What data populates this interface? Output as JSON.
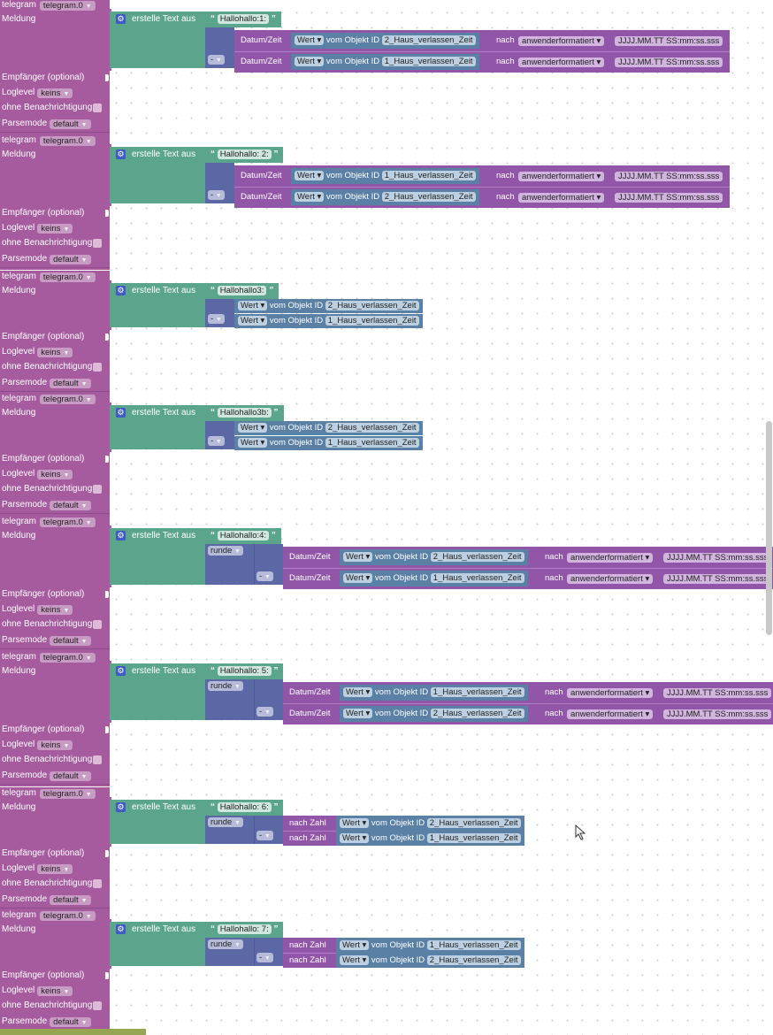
{
  "common": {
    "telegram_label": "telegram",
    "telegram_instance": "telegram.0",
    "meldung_label": "Meldung",
    "empfaenger_label": "Empfänger (optional)",
    "loglevel_label": "Loglevel",
    "loglevel_value": "keins",
    "ohne_label": "ohne Benachrichtigung",
    "parsemode_label": "Parsemode",
    "parsemode_value": "default",
    "erstelle_label": "erstelle Text aus",
    "minus_op": "-",
    "runde_label": "runde",
    "datum_label": "Datum/Zeit",
    "nach_zahl_label": "nach Zahl",
    "wert_label": "Wert",
    "vom_objekt_label": "vom Objekt ID",
    "nach_label": "nach",
    "format_mode": "anwenderformatiert",
    "format_string": "JJJJ.MM.TT SS:mm:ss.sss"
  },
  "blocks": [
    {
      "text": "Hallohallo:1:",
      "kind": "datum",
      "round": false,
      "ids": [
        "2_Haus_verlassen_Zeit",
        "1_Haus_verlassen_Zeit"
      ]
    },
    {
      "text": "Hallohallo: 2:",
      "kind": "datum",
      "round": false,
      "ids": [
        "1_Haus_verlassen_Zeit",
        "2_Haus_verlassen_Zeit"
      ]
    },
    {
      "text": "Hallohallo3:",
      "kind": "plain",
      "round": false,
      "ids": [
        "2_Haus_verlassen_Zeit",
        "1_Haus_verlassen_Zeit"
      ]
    },
    {
      "text": "Hallohallo3b:",
      "kind": "plain",
      "round": false,
      "ids": [
        "2_Haus_verlassen_Zeit",
        "1_Haus_verlassen_Zeit"
      ]
    },
    {
      "text": "Hallohallo:4:",
      "kind": "datum",
      "round": true,
      "ids": [
        "2_Haus_verlassen_Zeit",
        "1_Haus_verlassen_Zeit"
      ]
    },
    {
      "text": "Hallohallo: 5:",
      "kind": "datum",
      "round": true,
      "ids": [
        "1_Haus_verlassen_Zeit",
        "2_Haus_verlassen_Zeit"
      ]
    },
    {
      "text": "Hallohallo: 6:",
      "kind": "zahl",
      "round": true,
      "ids": [
        "2_Haus_verlassen_Zeit",
        "1_Haus_verlassen_Zeit"
      ]
    },
    {
      "text": "Hallohallo: 7:",
      "kind": "zahl",
      "round": true,
      "ids": [
        "1_Haus_verlassen_Zeit",
        "2_Haus_verlassen_Zeit"
      ]
    }
  ]
}
